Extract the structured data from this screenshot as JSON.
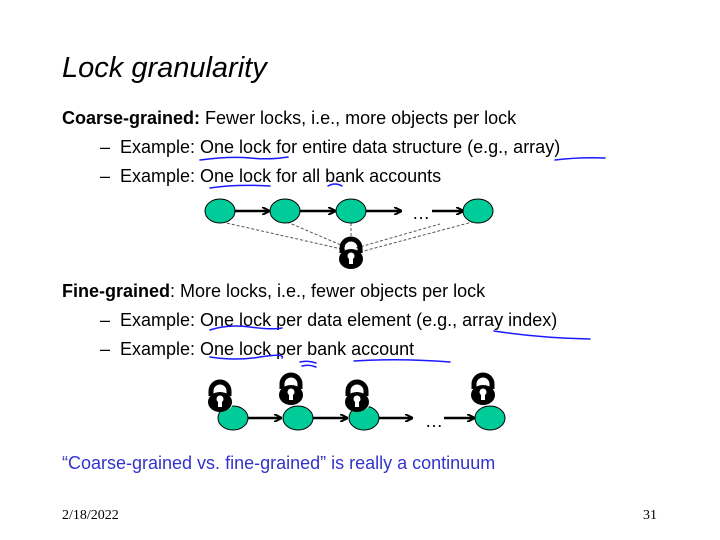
{
  "title": "Lock granularity",
  "coarse": {
    "term": "Coarse-grained:",
    "desc": " Fewer locks, i.e., more objects per lock",
    "bullets": [
      "Example: One lock for entire data structure (e.g., array)",
      "Example: One lock for all bank accounts"
    ]
  },
  "fine": {
    "term": "Fine-grained",
    "desc": ": More locks, i.e., fewer objects per lock",
    "bullets": [
      "Example: One lock per data element (e.g., array index)",
      "Example: One lock per bank account"
    ]
  },
  "bullet_marker": "–",
  "ellipsis": "…",
  "conclusion": "“Coarse-grained vs. fine-grained” is really a continuum",
  "footer": {
    "date": "2/18/2022",
    "page": "31"
  },
  "colors": {
    "node": "#00CC99",
    "conclusion": "#3333CC",
    "ink": "#1a1aff"
  }
}
